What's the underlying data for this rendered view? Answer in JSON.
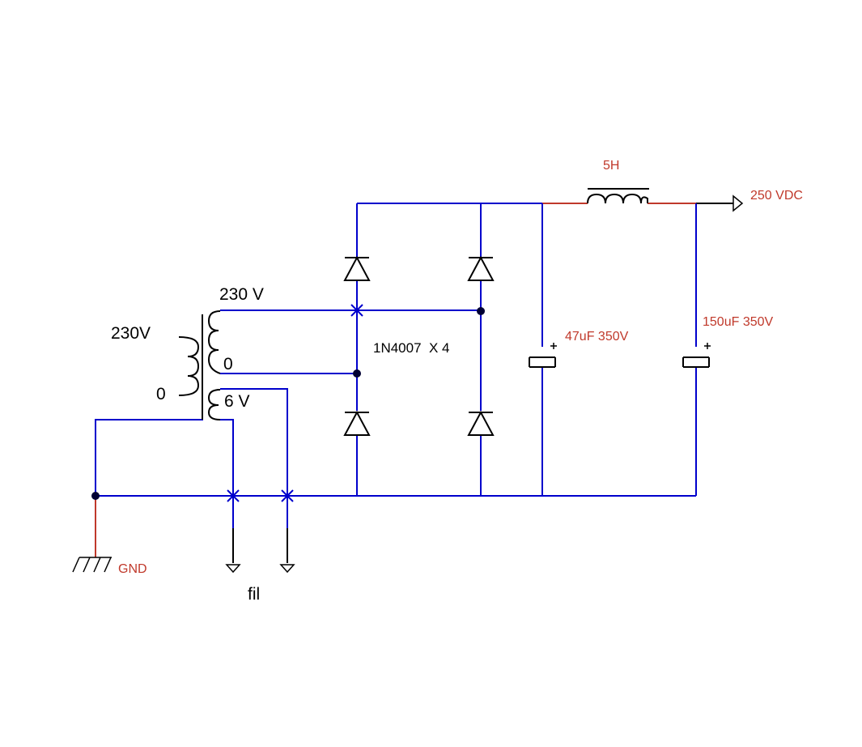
{
  "schematic": {
    "colors": {
      "wire": "#0000cc",
      "accent_wire": "#c0392b",
      "label": "#c0392b",
      "component": "#000000",
      "background": "#ffffff"
    },
    "labels": {
      "primary_voltage": "230V",
      "primary_zero": "0",
      "hv_secondary": "230 V",
      "hv_zero": "0",
      "filament_secondary": "6 V",
      "diodes": "1N4007  X 4",
      "inductor": "5H",
      "output": "250 VDC",
      "cap1": "47uF 350V",
      "cap2": "150uF 350V",
      "ground": "GND",
      "filament": "fil"
    },
    "components": [
      {
        "type": "transformer",
        "icon": "transformer-icon"
      },
      {
        "type": "diode",
        "icon": "diode-icon",
        "count": 4
      },
      {
        "type": "inductor",
        "icon": "inductor-icon"
      },
      {
        "type": "electrolytic-capacitor",
        "icon": "capacitor-icon",
        "count": 2
      },
      {
        "type": "ground",
        "icon": "ground-icon"
      },
      {
        "type": "output-arrow",
        "icon": "output-arrow-icon"
      }
    ]
  }
}
